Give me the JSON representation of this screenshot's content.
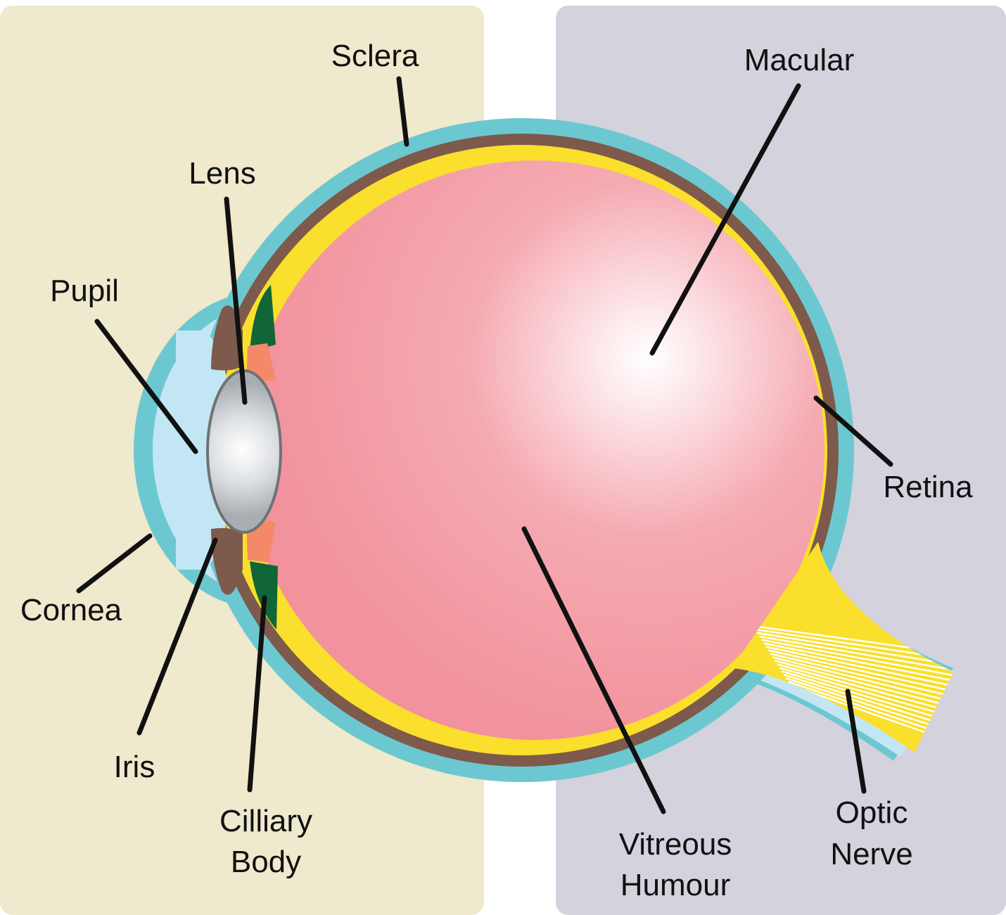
{
  "colors": {
    "front_panel": "#efe9cd",
    "back_panel": "#d4d2dc",
    "sclera": "#6cc8d0",
    "choroid": "#7d5a4c",
    "retina": "#fadf2c",
    "vitreous": "#f2929c",
    "aqueous": "#c3e6f4",
    "lens": "#c4c8cc",
    "ciliary_body": "#116637",
    "ciliary_muscle": "#f4896a"
  },
  "labels": {
    "sclera": "Sclera",
    "macular": "Macular",
    "lens": "Lens",
    "pupil": "Pupil",
    "retina": "Retina",
    "cornea": "Cornea",
    "iris": "Iris",
    "ciliary_body_line1": "Cilliary",
    "ciliary_body_line2": "Body",
    "vitreous_line1": "Vitreous",
    "vitreous_line2": "Humour",
    "optic_nerve_line1": "Optic",
    "optic_nerve_line2": "Nerve"
  }
}
